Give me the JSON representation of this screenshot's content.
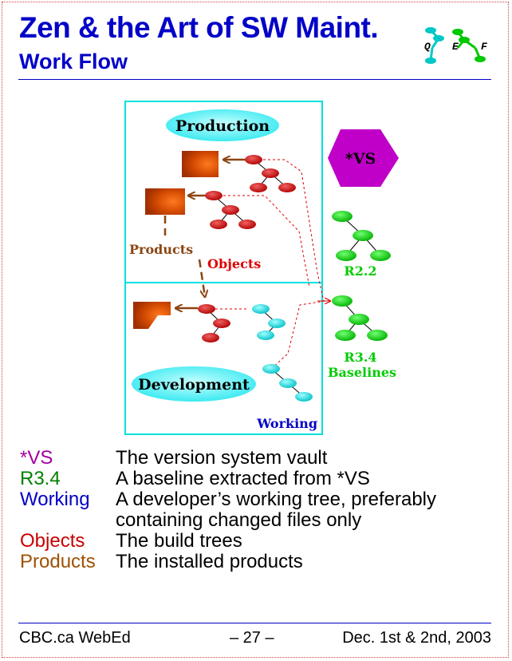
{
  "header": {
    "title": "Zen & the Art of SW Maint.",
    "subtitle": "Work Flow",
    "logo": {
      "letters": [
        "Q",
        "E",
        "F"
      ],
      "colors": [
        "#00c8c8",
        "#00c800"
      ]
    }
  },
  "diagram": {
    "production_label": "Production",
    "development_label": "Development",
    "vault_label": "*VS",
    "products_label": "Products",
    "objects_label": "Objects",
    "working_label": "Working",
    "baseline_r22_label": "R2.2",
    "baseline_r34_label": "R3.4",
    "baselines_label": "Baselines",
    "colors": {
      "box_border": "#00e0e0",
      "production_fill": "#3cf0f0",
      "vault_fill": "#c000c8",
      "object_node": "#c81414",
      "working_node": "#00d8d8",
      "baseline_node": "#00cc00",
      "product_fill": "#c84000",
      "products_arrow": "#8b4513",
      "dashed_link": "#e00000"
    }
  },
  "legend": [
    {
      "term": "*VS",
      "color": "#a000a0",
      "description": "The version system vault"
    },
    {
      "term": "R3.4",
      "color": "#008000",
      "description": "A baseline extracted from *VS"
    },
    {
      "term": "Working",
      "color": "#0000c8",
      "description": "A developer’s working tree, preferably containing changed files only"
    },
    {
      "term": "Objects",
      "color": "#c80000",
      "description": "The build trees"
    },
    {
      "term": "Products",
      "color": "#a05000",
      "description": "The installed products"
    }
  ],
  "footer": {
    "left": "CBC.ca WebEd",
    "center": "– 27 –",
    "right": "Dec. 1st & 2nd, 2003"
  }
}
